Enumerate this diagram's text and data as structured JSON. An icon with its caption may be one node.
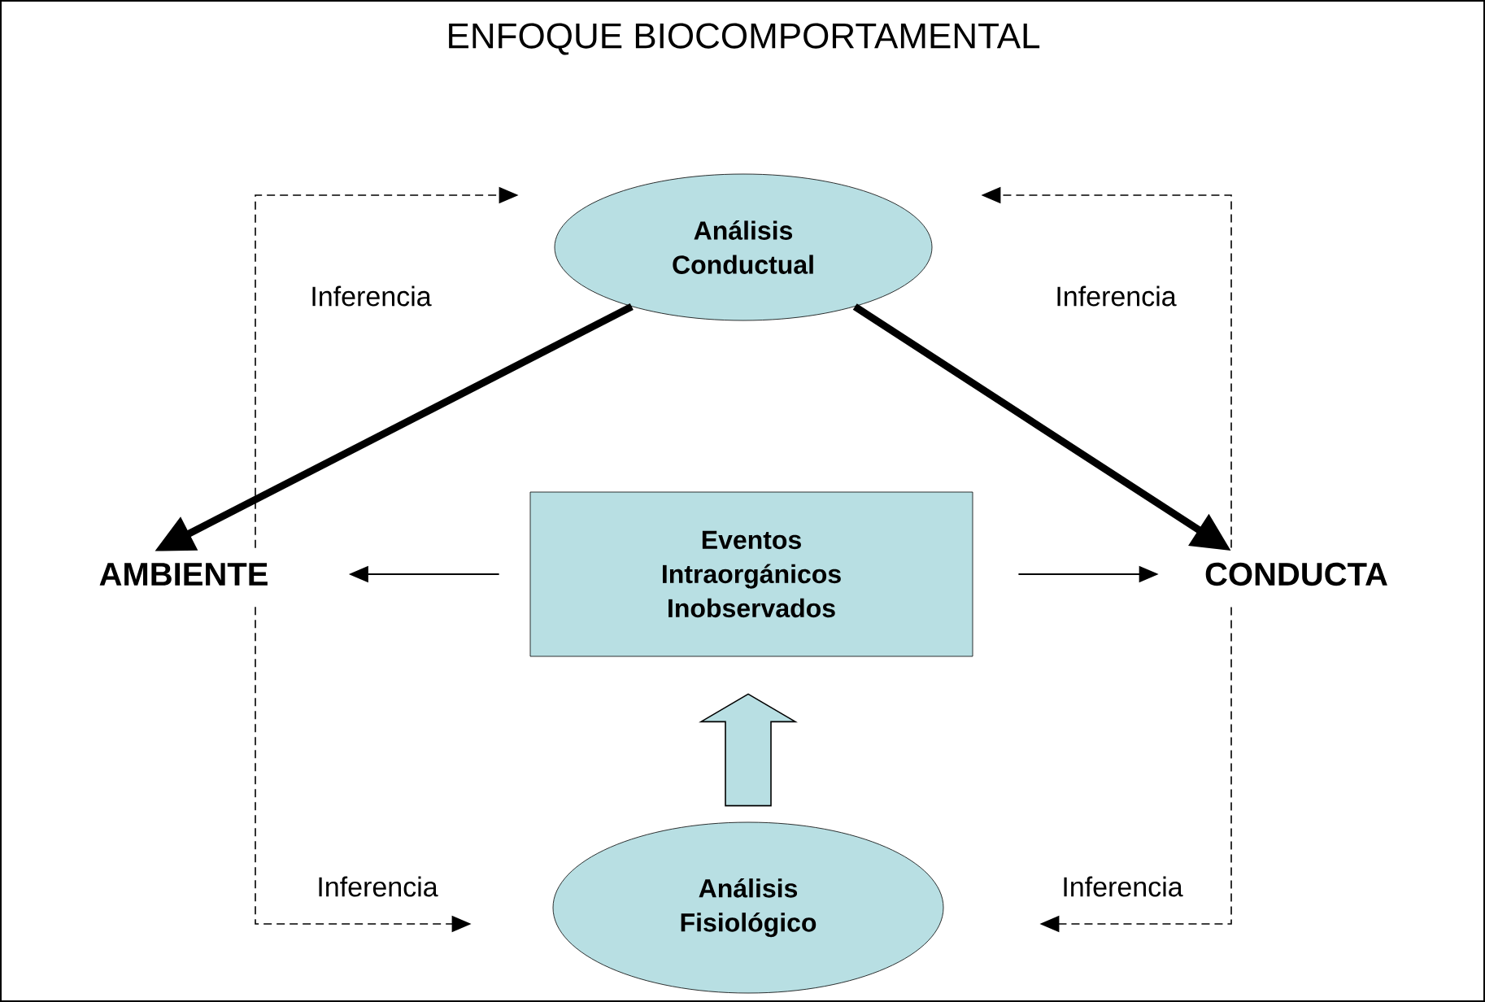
{
  "diagram": {
    "title": "ENFOQUE BIOCOMPORTAMENTAL",
    "nodes": [
      {
        "text": [
          "Análisis Conductual"
        ]
      },
      {
        "text": [
          "AMBIENTE"
        ]
      },
      {
        "text": [
          "Eventos Intraorgánicos Inobservados"
        ]
      },
      {
        "text": [
          "CONDUCTA"
        ]
      },
      {
        "text": [
          "Análisis Fisiológico"
        ]
      }
    ],
    "edges": [
      {
        "from": 0,
        "to": 1,
        "arrow": "to",
        "style": "thick"
      },
      {
        "from": 0,
        "to": 3,
        "arrow": "to",
        "style": "thick"
      },
      {
        "from": 2,
        "to": 1,
        "arrow": "to"
      },
      {
        "from": 2,
        "to": 3,
        "arrow": "to"
      },
      {
        "from": 4,
        "to": 2,
        "arrow": "to",
        "color": "#b8dfe3"
      },
      {
        "from": 1,
        "to": 0,
        "arrow": "to",
        "style": "dashed",
        "label": "Inferencia"
      },
      {
        "from": 3,
        "to": 0,
        "arrow": "to",
        "style": "dashed",
        "label": "Inferencia"
      },
      {
        "from": 1,
        "to": 4,
        "arrow": "to",
        "style": "dashed",
        "label": "Inferencia"
      },
      {
        "from": 3,
        "to": 4,
        "arrow": "to",
        "style": "dashed",
        "label": "Inferencia"
      }
    ]
  }
}
